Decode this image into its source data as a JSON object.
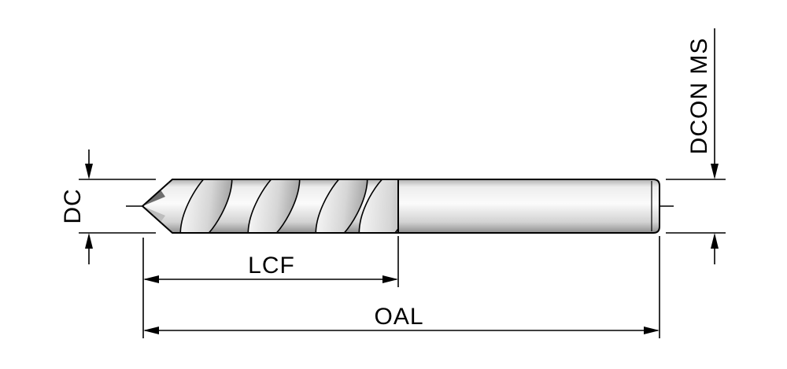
{
  "diagram": {
    "type": "technical-drawing",
    "subject": "twist-drill-dimension-diagram",
    "labels": {
      "dc": "DC",
      "lcf": "LCF",
      "oal": "OAL",
      "dcon": "DCON MS"
    },
    "colors": {
      "line": "#000000",
      "background": "#ffffff",
      "metal_light": "#fafafa",
      "metal_mid": "#d0d0d0",
      "metal_dark": "#9a9a9a"
    }
  }
}
